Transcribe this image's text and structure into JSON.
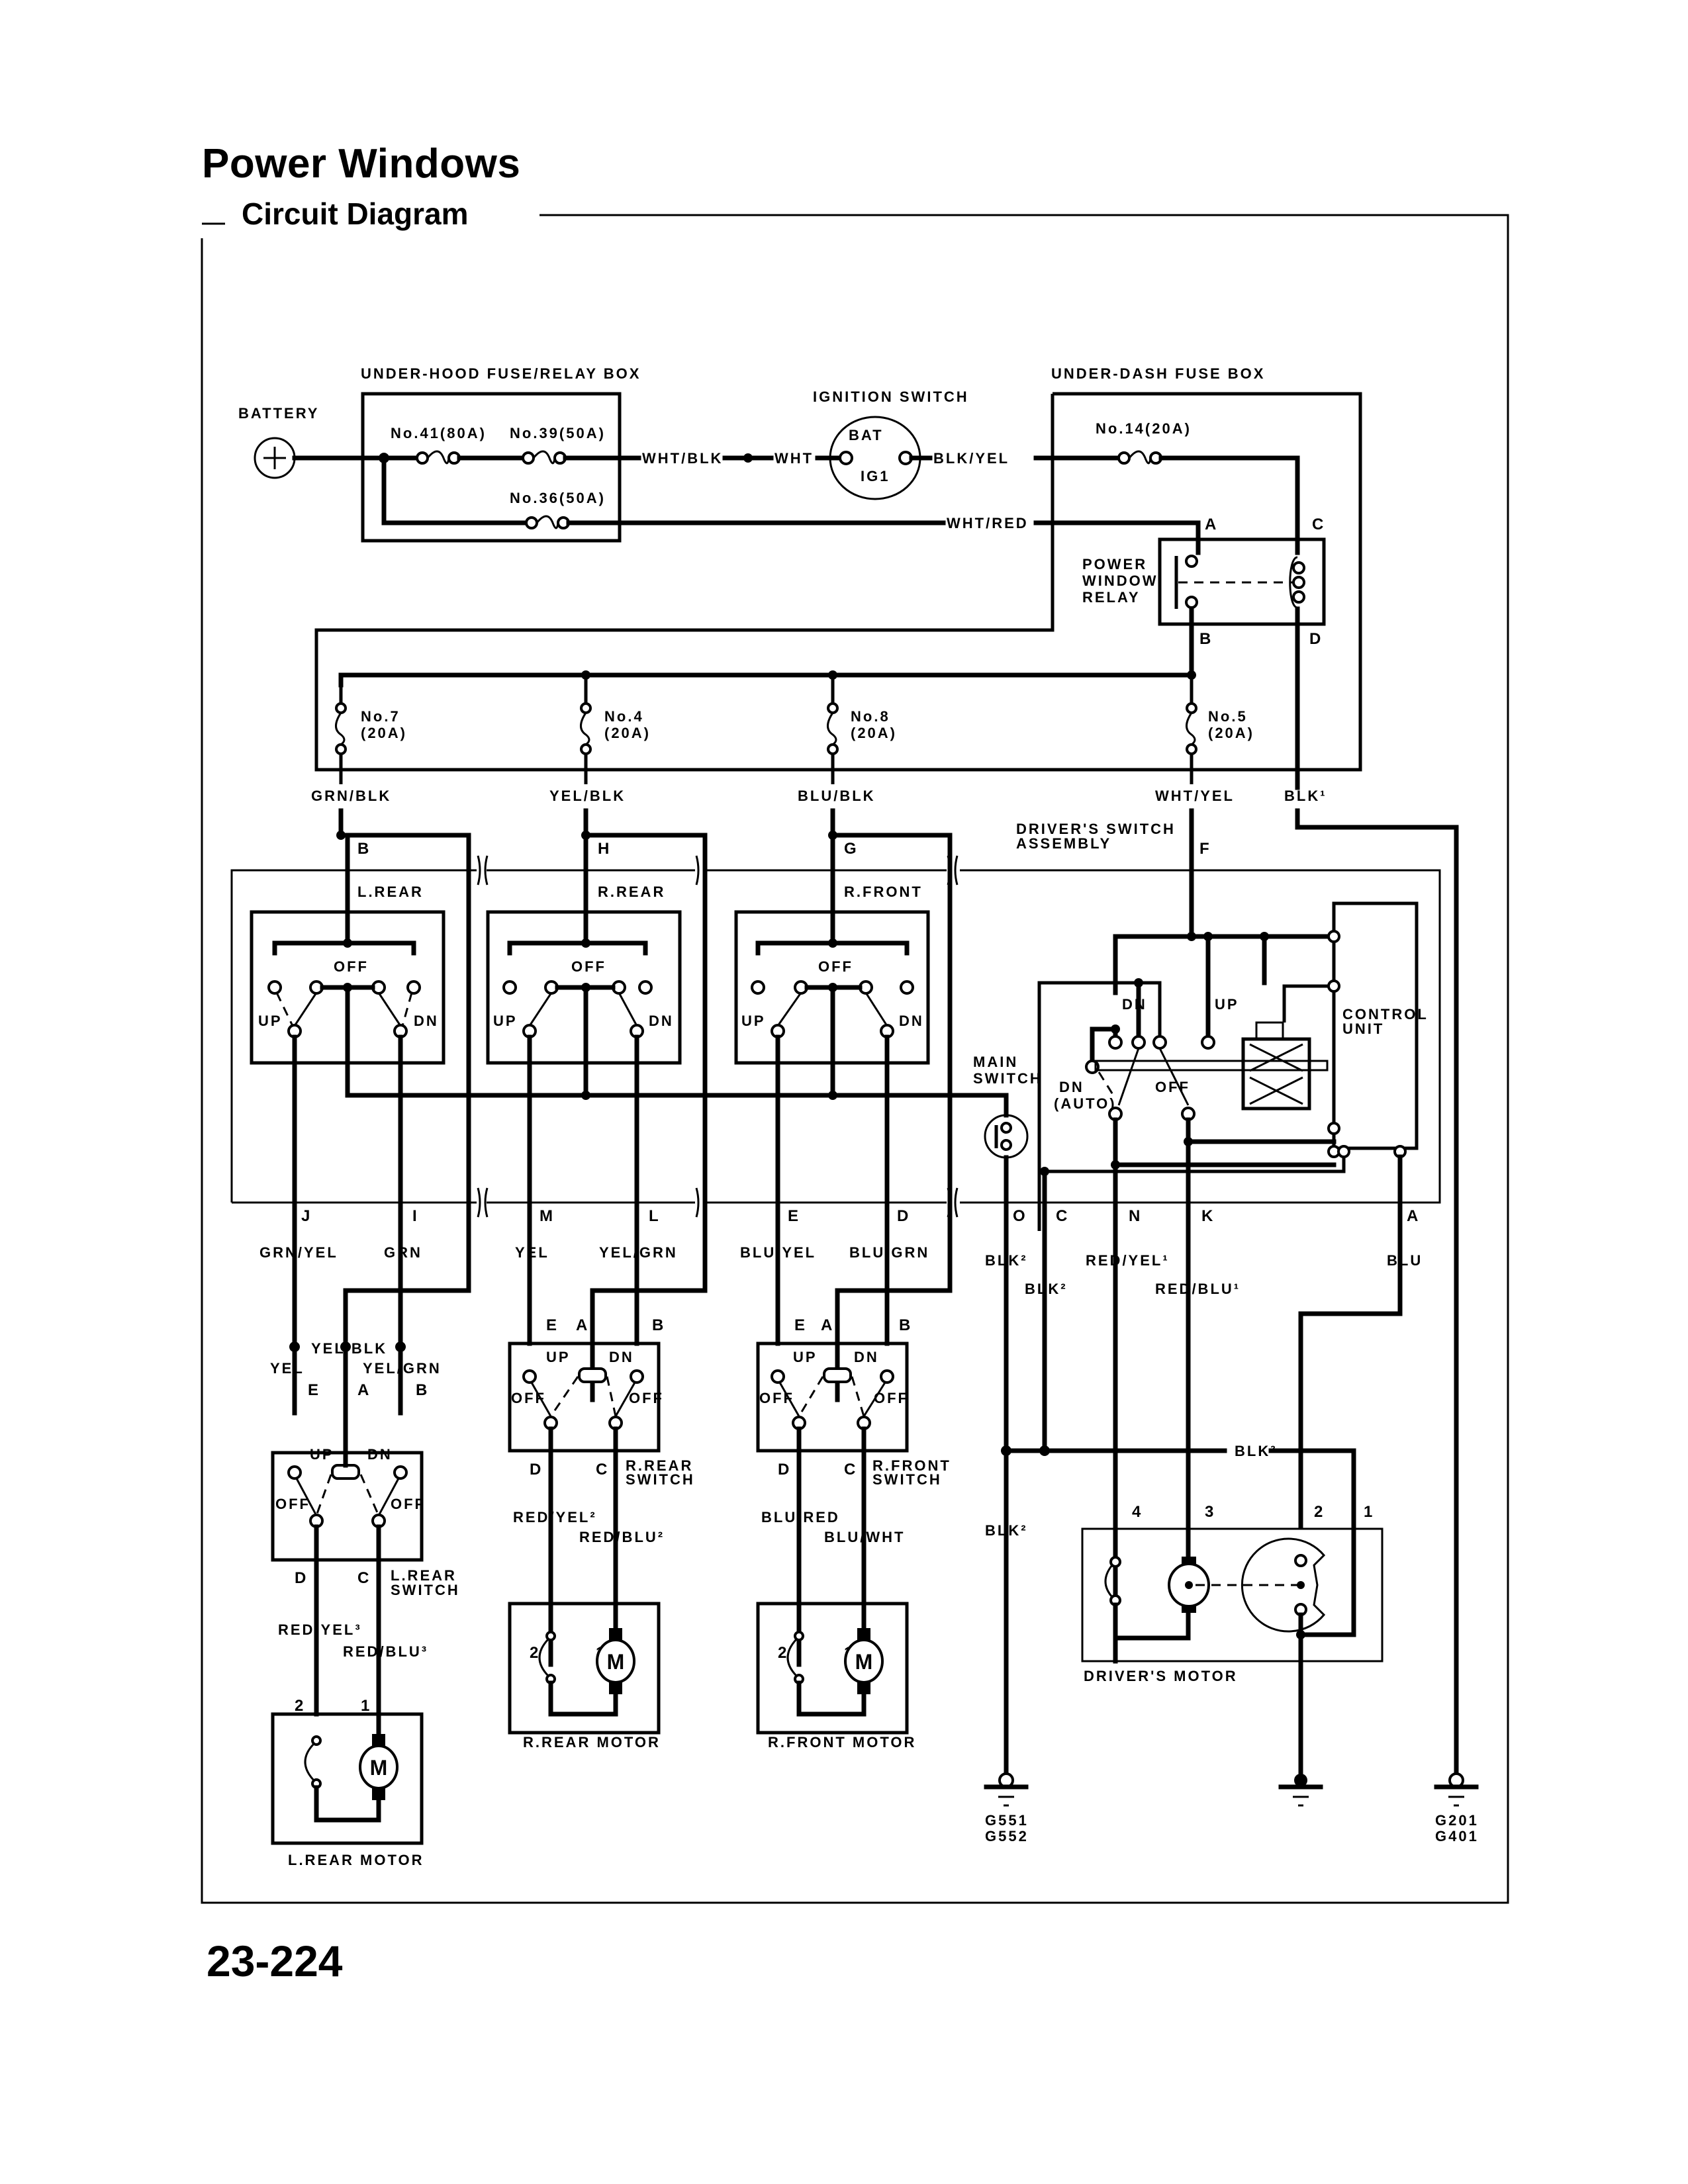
{
  "page": {
    "title": "Power Windows",
    "section": "Circuit Diagram",
    "page_number": "23-224"
  },
  "components": {
    "battery": "BATTERY",
    "under_hood_box": "UNDER-HOOD FUSE/RELAY BOX",
    "fuse_41": "No.41(80A)",
    "fuse_39": "No.39(50A)",
    "fuse_36": "No.36(50A)",
    "ignition_switch": "IGNITION SWITCH",
    "ign_bat": "BAT",
    "ign_ig1": "IG1",
    "under_dash_box": "UNDER-DASH FUSE BOX",
    "fuse_14": "No.14(20A)",
    "relay_line1": "POWER",
    "relay_line2": "WINDOW",
    "relay_line3": "RELAY",
    "fuse_7_a": "No.7",
    "fuse_7_b": "(20A)",
    "fuse_4_a": "No.4",
    "fuse_4_b": "(20A)",
    "fuse_8_a": "No.8",
    "fuse_8_b": "(20A)",
    "fuse_5_a": "No.5",
    "fuse_5_b": "(20A)",
    "drivers_switch_line1": "DRIVER'S SWITCH",
    "drivers_switch_line2": "ASSEMBLY",
    "sw_lrear": "L.REAR",
    "sw_rrear": "R.REAR",
    "sw_rfront": "R.FRONT",
    "off": "OFF",
    "up": "UP",
    "dn": "DN",
    "dn_auto_1": "DN",
    "dn_auto_2": "(AUTO)",
    "main_switch_1": "MAIN",
    "main_switch_2": "SWITCH",
    "control_unit_1": "CONTROL",
    "control_unit_2": "UNIT",
    "lrear_switch_1": "L.REAR",
    "lrear_switch_2": "SWITCH",
    "rrear_switch_1": "R.REAR",
    "rrear_switch_2": "SWITCH",
    "rfront_switch_1": "R.FRONT",
    "rfront_switch_2": "SWITCH",
    "motor_symbol": "M",
    "lrear_motor": "L.REAR MOTOR",
    "rrear_motor": "R.REAR MOTOR",
    "rfront_motor": "R.FRONT MOTOR",
    "drivers_motor": "DRIVER'S MOTOR",
    "ground_1_a": "G551",
    "ground_1_b": "G552",
    "ground_2_a": "G201",
    "ground_2_b": "G401"
  },
  "wires": {
    "wht_blk": "WHT/BLK",
    "wht": "WHT",
    "blk_yel": "BLK/YEL",
    "wht_red": "WHT/RED",
    "grn_blk": "GRN/BLK",
    "yel_blk": "YEL/BLK",
    "blu_blk": "BLU/BLK",
    "wht_yel": "WHT/YEL",
    "blk1": "BLK¹",
    "grn_yel": "GRN/YEL",
    "grn": "GRN",
    "yel": "YEL",
    "yel_grn": "YEL/GRN",
    "blu_yel": "BLU/YEL",
    "blu_grn": "BLU/GRN",
    "blk2": "BLK²",
    "red_yel1": "RED/YEL¹",
    "red_blu1": "RED/BLU¹",
    "blu": "BLU",
    "lr_yel": "YEL",
    "lr_yel_blk": "YEL/BLK",
    "lr_yel_grn": "YEL/GRN",
    "red_yel2": "RED/YEL²",
    "red_blu2": "RED/BLU²",
    "blu_red": "BLU/RED",
    "blu_wht": "BLU/WHT",
    "red_yel3": "RED/YEL³",
    "red_blu3": "RED/BLU³"
  },
  "pins": {
    "relay_a": "A",
    "relay_b": "B",
    "relay_c": "C",
    "relay_d": "D",
    "ds_b": "B",
    "ds_h": "H",
    "ds_g": "G",
    "ds_f": "F",
    "ds_j": "J",
    "ds_i": "I",
    "ds_m": "M",
    "ds_l": "L",
    "ds_e": "E",
    "ds_d": "D",
    "ds_o": "O",
    "ds_c": "C",
    "ds_n": "N",
    "ds_k": "K",
    "ds_a": "A",
    "sw_e": "E",
    "sw_a": "A",
    "sw_b": "B",
    "sw_d": "D",
    "sw_c": "C",
    "m_1": "1",
    "m_2": "2",
    "m_3": "3",
    "m_4": "4"
  }
}
